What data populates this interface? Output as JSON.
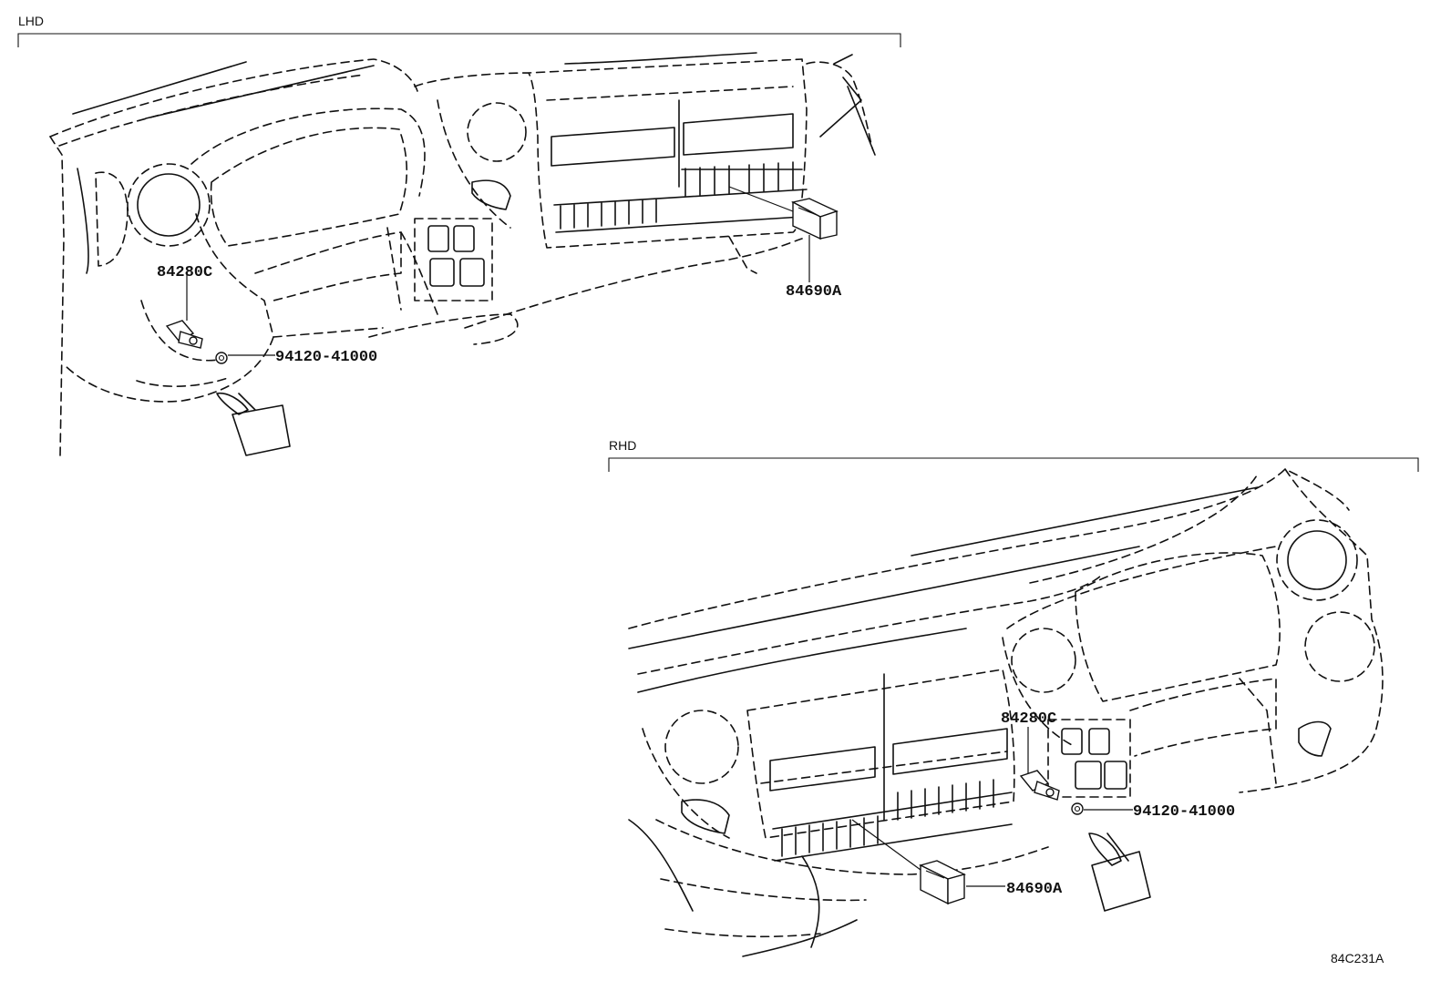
{
  "sections": [
    {
      "id": "lhd",
      "label": "LHD",
      "callouts": [
        "84280C",
        "84690A",
        "94120-41000"
      ]
    },
    {
      "id": "rhd",
      "label": "RHD",
      "callouts": [
        "84280C",
        "94120-41000",
        "84690A"
      ]
    }
  ],
  "illustration_ref": "84C231A"
}
